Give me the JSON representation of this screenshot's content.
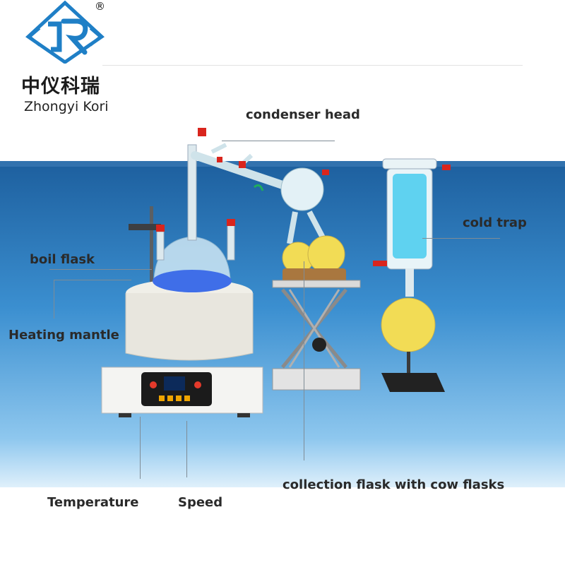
{
  "brand": {
    "name_cn": "中仪科瑞",
    "name_en": "Zhongyi Kori",
    "trademark": "®",
    "accent_color": "#1f7fc6"
  },
  "labels": {
    "condenser_head": "condenser head",
    "cold_trap": "cold trap",
    "boil_flask": "boil flask",
    "heating_mantle": "Heating mantle",
    "collection_flask": "collection flask with cow flasks",
    "temperature": "Temperature",
    "speed": "Speed"
  },
  "colors": {
    "background_band": "#3b8fd0",
    "label_text": "#2a2a2a",
    "liquid_blue": "#5fd2f0",
    "liquid_yellow": "#f2dc55",
    "mantle_body": "#e8e6de",
    "cap_red": "#d9251d"
  }
}
